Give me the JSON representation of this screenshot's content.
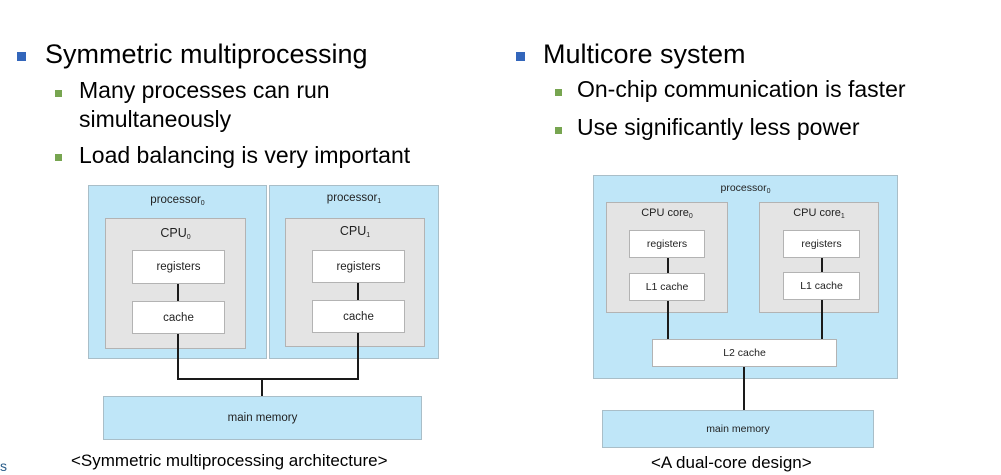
{
  "slide": {
    "left_column": {
      "heading": "Symmetric multiprocessing",
      "sub_bullets": [
        "Many processes can run",
        "simultaneously",
        "Load balancing is very important"
      ],
      "diagram": {
        "processors": [
          {
            "name": "processor",
            "sub": "0",
            "cpu": "CPU",
            "cpu_sub": "0",
            "registers": "registers",
            "cache": "cache"
          },
          {
            "name": "processor",
            "sub": "1",
            "cpu": "CPU",
            "cpu_sub": "1",
            "registers": "registers",
            "cache": "cache"
          }
        ],
        "memory": "main memory"
      },
      "caption": "<Symmetric multiprocessing architecture>"
    },
    "right_column": {
      "heading": "Multicore system",
      "sub_bullets": [
        "On-chip communication is faster",
        "Use significantly less power"
      ],
      "diagram": {
        "processor": "processor",
        "processor_sub": "0",
        "cores": [
          {
            "name": "CPU core",
            "sub": "0",
            "registers": "registers",
            "cache": "L1 cache"
          },
          {
            "name": "CPU core",
            "sub": "1",
            "registers": "registers",
            "cache": "L1 cache"
          }
        ],
        "shared_cache": "L2 cache",
        "memory": "main memory"
      },
      "caption": "<A dual-core design>"
    },
    "corner_glyph": "s"
  }
}
